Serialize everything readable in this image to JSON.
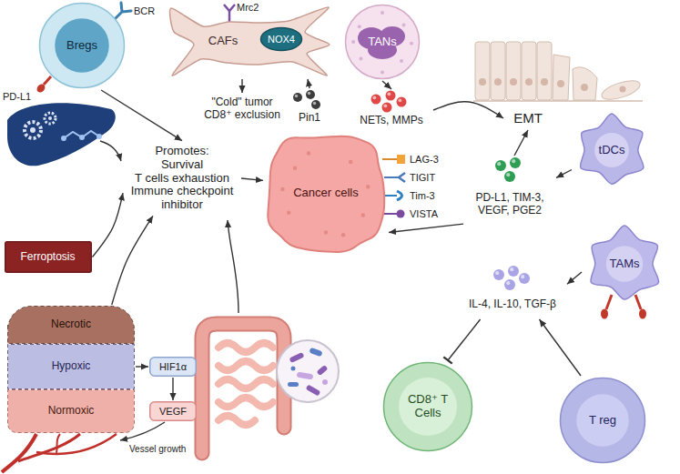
{
  "diagram": {
    "nodes": [
      {
        "text": [
          "Bregs"
        ]
      },
      {
        "text": [
          "CAFs"
        ]
      },
      {
        "text": [
          "NOX4"
        ],
        "in": 1
      },
      {
        "text": [
          "TANs"
        ]
      },
      {
        "text": [
          "\"Cold\" tumor CD8⁺ exclusion"
        ]
      },
      {
        "text": [
          "Pin1"
        ]
      },
      {
        "text": [
          "NETs, MMPs"
        ]
      },
      {
        "text": [
          "EMT"
        ]
      },
      {
        "text": [
          "Promotes:",
          "Survival",
          "T cells exhaustion",
          "Immune checkpoint inhibitor"
        ]
      },
      {
        "text": [
          "Cancer cells"
        ]
      },
      {
        "text": [
          "tDCs"
        ]
      },
      {
        "text": [
          "PD-L1, TIM-3, VEGF, PGE2"
        ]
      },
      {
        "text": [
          "Ferroptosis"
        ]
      },
      {
        "text": [
          "TAMs"
        ]
      },
      {
        "text": [
          "IL-4, IL-10, TGF-β"
        ]
      },
      {
        "text": [
          "Necrotic"
        ]
      },
      {
        "text": [
          "Hypoxic"
        ]
      },
      {
        "text": [
          "HIF1α"
        ]
      },
      {
        "text": [
          "VEGF"
        ]
      },
      {
        "text": [
          "CD8⁺ T Cells"
        ]
      },
      {
        "text": [
          "T reg"
        ]
      },
      {
        "text": [
          "Normoxic"
        ]
      }
    ],
    "edges": [
      {
        "from": 0,
        "to": 8,
        "arrow": "to"
      },
      {
        "from": 12,
        "to": 8,
        "arrow": "to"
      },
      {
        "from": 15,
        "to": 8,
        "arrow": "to"
      },
      {
        "from": 8,
        "to": 9,
        "arrow": "to"
      },
      {
        "from": 1,
        "to": 4,
        "arrow": "to"
      },
      {
        "from": 5,
        "to": 1,
        "arrow": "to"
      },
      {
        "from": 3,
        "to": 6,
        "arrow": "to"
      },
      {
        "from": 6,
        "to": 7,
        "arrow": "to"
      },
      {
        "from": 11,
        "to": 7,
        "arrow": "to"
      },
      {
        "from": 10,
        "to": 11,
        "arrow": "to"
      },
      {
        "from": 11,
        "to": 9,
        "arrow": "to"
      },
      {
        "from": 13,
        "to": 14,
        "arrow": "to"
      },
      {
        "from": 20,
        "to": 14,
        "arrow": "to"
      },
      {
        "from": 14,
        "to": 19,
        "arrow": "to"
      },
      {
        "from": 16,
        "to": 17,
        "arrow": "to"
      },
      {
        "from": 17,
        "to": 18,
        "arrow": "to"
      }
    ],
    "labels": [
      "BCR",
      "PD-L1",
      "Mrc2",
      "LAG-3",
      "TIGIT",
      "Tim-3",
      "VISTA",
      "Vessel growth"
    ]
  }
}
